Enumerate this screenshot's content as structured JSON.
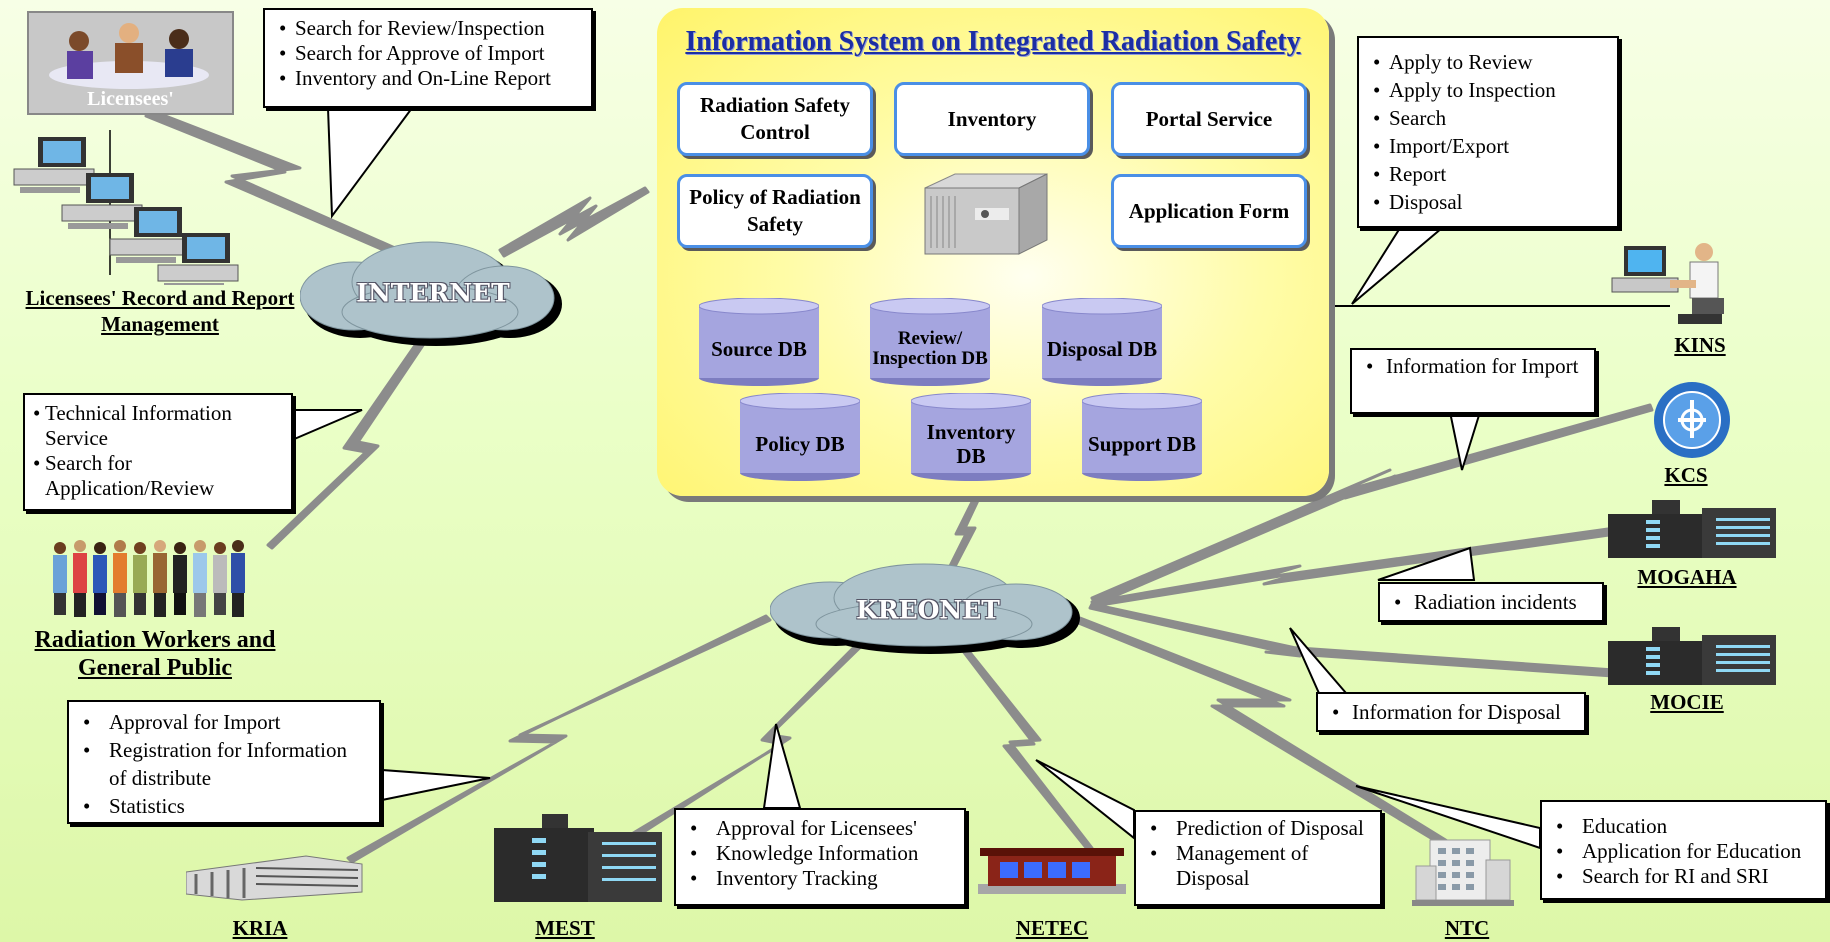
{
  "center": {
    "title": "Information System on Integrated Radiation Safety",
    "modules": [
      "Radiation Safety Control",
      "Inventory",
      "Portal Service",
      "Policy of Radiation Safety",
      "Application Form"
    ],
    "databases": [
      "Source DB",
      "Review/ Inspection DB",
      "Disposal DB",
      "Policy DB",
      "Inventory DB",
      "Support DB"
    ]
  },
  "clouds": {
    "internet": "INTERNET",
    "kreonet": "KREONET"
  },
  "nodes": {
    "licensees_icon_text": "Licensees'",
    "licensees_record": "Licensees' Record and Report Management",
    "workers": "Radiation Workers and General Public",
    "kins": "KINS",
    "kcs": "KCS",
    "mogaha": "MOGAHA",
    "mocie": "MOCIE",
    "kria": "KRIA",
    "mest": "MEST",
    "netec": "NETEC",
    "ntc": "NTC"
  },
  "callouts": {
    "licensees": [
      "Search for Review/Inspection",
      "Search for Approve of Import",
      "Inventory and  On-Line Report"
    ],
    "kins": [
      "Apply to Review",
      "Apply to Inspection",
      "Search",
      "Import/Export",
      "Report",
      "Disposal"
    ],
    "workers": [
      "Technical Information Service",
      "Search for Application/Review"
    ],
    "kcs": [
      "Information for Import"
    ],
    "mogaha": [
      "Radiation incidents"
    ],
    "mocie": [
      "Information for Disposal"
    ],
    "kria": [
      "Approval for Import",
      "Registration for Information of distribute",
      "Statistics"
    ],
    "mest": [
      "Approval for Licensees'",
      "Knowledge Information",
      "Inventory Tracking"
    ],
    "netec": [
      "Prediction of Disposal",
      "Management of Disposal"
    ],
    "ntc": [
      "Education",
      "Application for Education",
      "Search for RI and SRI"
    ]
  },
  "colors": {
    "title_blue": "#1c2ea3",
    "module_border": "#4a8fe6",
    "db_purple": "#9a9ad8",
    "cloud_gray": "#a8bfc8",
    "link_gray": "#8a8a8a"
  }
}
